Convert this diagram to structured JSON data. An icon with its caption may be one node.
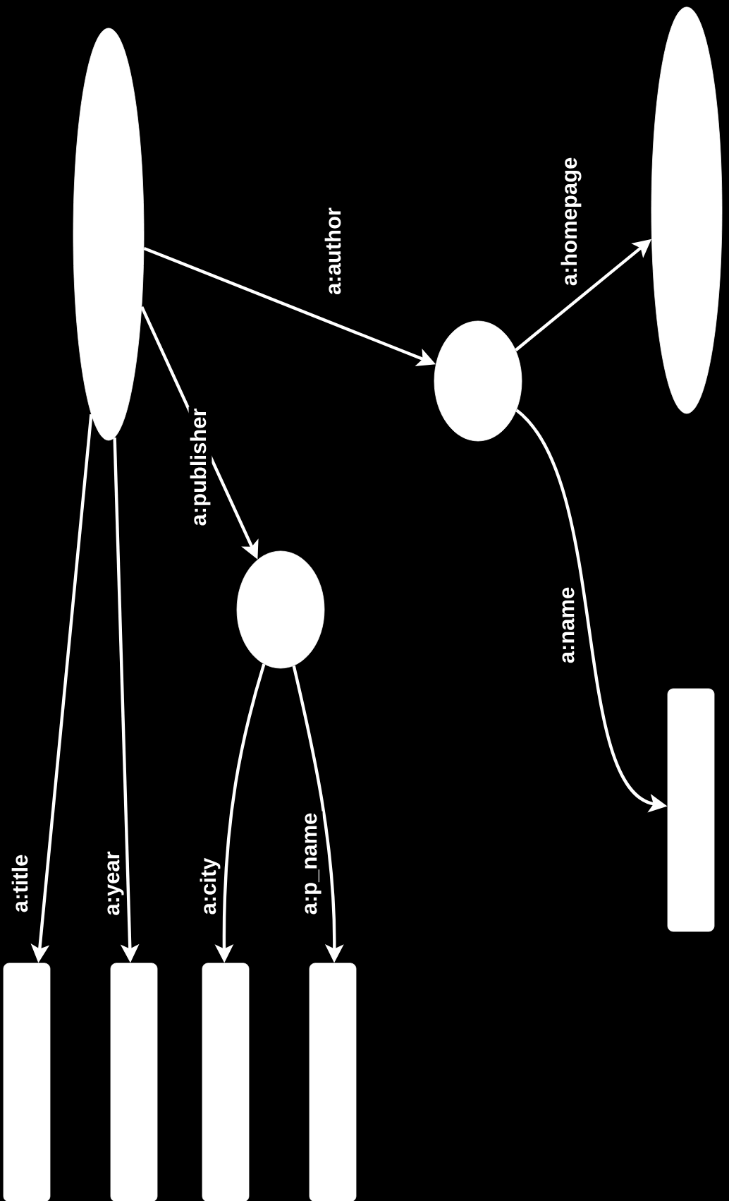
{
  "diagram": {
    "nodes": [
      {
        "text": [],
        "shape": "ellipse"
      },
      {
        "text": [],
        "shape": "ellipse"
      },
      {
        "text": [],
        "shape": "ellipse"
      },
      {
        "text": [],
        "shape": "ellipse"
      },
      {
        "text": [],
        "shape": "box"
      },
      {
        "text": [],
        "shape": "box"
      },
      {
        "text": [],
        "shape": "box"
      },
      {
        "text": [],
        "shape": "box"
      },
      {
        "text": [],
        "shape": "box"
      }
    ],
    "edges": [
      {
        "from": 0,
        "to": 2,
        "arrow": "to",
        "label": "a:author"
      },
      {
        "from": 2,
        "to": 1,
        "arrow": "to",
        "label": "a:homepage"
      },
      {
        "from": 0,
        "to": 3,
        "arrow": "to",
        "label": "a:publisher"
      },
      {
        "from": 2,
        "to": 4,
        "arrow": "to",
        "label": "a:name"
      },
      {
        "from": 0,
        "to": 5,
        "arrow": "to",
        "label": "a:title"
      },
      {
        "from": 0,
        "to": 6,
        "arrow": "to",
        "label": "a:year"
      },
      {
        "from": 3,
        "to": 7,
        "arrow": "to",
        "label": "a:city"
      },
      {
        "from": 3,
        "to": 8,
        "arrow": "to",
        "label": "a:p_name"
      }
    ]
  }
}
